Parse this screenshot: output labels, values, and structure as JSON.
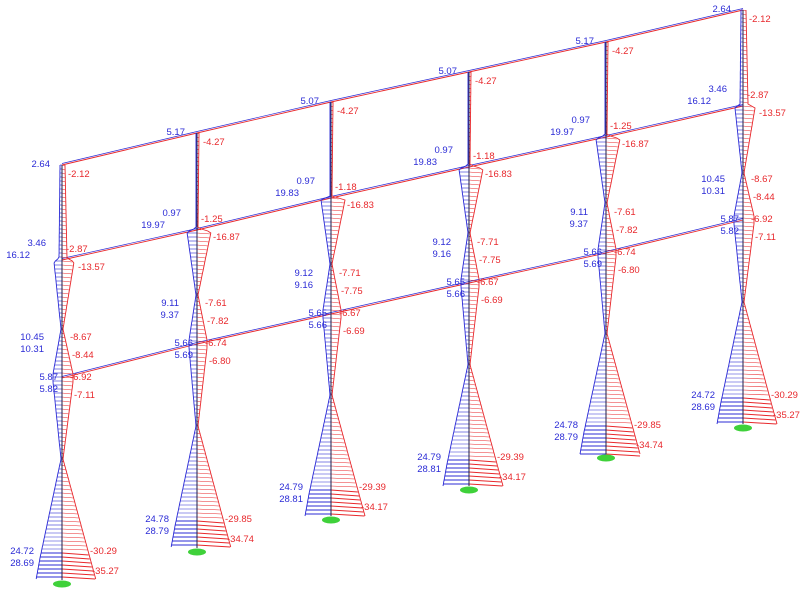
{
  "colors": {
    "positive": "#2b2bd6",
    "negative": "#e8282c",
    "frame": "#1f1f4a",
    "support": "#3fd13a"
  },
  "columns": [
    {
      "id": "col-1",
      "labels": [
        {
          "t": "2.64",
          "c": "b"
        },
        {
          "t": "-2.12",
          "c": "r"
        },
        {
          "t": "3.46",
          "c": "b"
        },
        {
          "t": "-2.87",
          "c": "r"
        },
        {
          "t": "16.12",
          "c": "b"
        },
        {
          "t": "-13.57",
          "c": "r"
        },
        {
          "t": "10.45",
          "c": "b"
        },
        {
          "t": "-8.67",
          "c": "r"
        },
        {
          "t": "10.31",
          "c": "b"
        },
        {
          "t": "-8.44",
          "c": "r"
        },
        {
          "t": "5.87",
          "c": "b"
        },
        {
          "t": "-6.92",
          "c": "r"
        },
        {
          "t": "5.82",
          "c": "b"
        },
        {
          "t": "-7.11",
          "c": "r"
        },
        {
          "t": "24.72",
          "c": "b"
        },
        {
          "t": "-30.29",
          "c": "r"
        },
        {
          "t": "28.69",
          "c": "b"
        },
        {
          "t": "-35.27",
          "c": "r"
        }
      ]
    },
    {
      "id": "col-2",
      "labels": [
        {
          "t": "5.17",
          "c": "b"
        },
        {
          "t": "-4.27",
          "c": "r"
        },
        {
          "t": "0.97",
          "c": "b"
        },
        {
          "t": "-1.25",
          "c": "r"
        },
        {
          "t": "19.97",
          "c": "b"
        },
        {
          "t": "-16.87",
          "c": "r"
        },
        {
          "t": "9.11",
          "c": "b"
        },
        {
          "t": "-7.61",
          "c": "r"
        },
        {
          "t": "9.37",
          "c": "b"
        },
        {
          "t": "-7.82",
          "c": "r"
        },
        {
          "t": "5.66",
          "c": "b"
        },
        {
          "t": "-6.74",
          "c": "r"
        },
        {
          "t": "5.69",
          "c": "b"
        },
        {
          "t": "-6.80",
          "c": "r"
        },
        {
          "t": "24.78",
          "c": "b"
        },
        {
          "t": "-29.85",
          "c": "r"
        },
        {
          "t": "28.79",
          "c": "b"
        },
        {
          "t": "-34.74",
          "c": "r"
        }
      ]
    },
    {
      "id": "col-3",
      "labels": [
        {
          "t": "5.07",
          "c": "b"
        },
        {
          "t": "-4.27",
          "c": "r"
        },
        {
          "t": "0.97",
          "c": "b"
        },
        {
          "t": "-1.18",
          "c": "r"
        },
        {
          "t": "19.83",
          "c": "b"
        },
        {
          "t": "-16.83",
          "c": "r"
        },
        {
          "t": "9.12",
          "c": "b"
        },
        {
          "t": "-7.71",
          "c": "r"
        },
        {
          "t": "9.16",
          "c": "b"
        },
        {
          "t": "-7.75",
          "c": "r"
        },
        {
          "t": "5.65",
          "c": "b"
        },
        {
          "t": "-6.67",
          "c": "r"
        },
        {
          "t": "5.66",
          "c": "b"
        },
        {
          "t": "-6.69",
          "c": "r"
        },
        {
          "t": "24.79",
          "c": "b"
        },
        {
          "t": "-29.39",
          "c": "r"
        },
        {
          "t": "28.81",
          "c": "b"
        },
        {
          "t": "-34.17",
          "c": "r"
        }
      ]
    },
    {
      "id": "col-4",
      "labels": [
        {
          "t": "5.07",
          "c": "b"
        },
        {
          "t": "-4.27",
          "c": "r"
        },
        {
          "t": "0.97",
          "c": "b"
        },
        {
          "t": "-1.18",
          "c": "r"
        },
        {
          "t": "19.83",
          "c": "b"
        },
        {
          "t": "-16.83",
          "c": "r"
        },
        {
          "t": "9.12",
          "c": "b"
        },
        {
          "t": "-7.71",
          "c": "r"
        },
        {
          "t": "9.16",
          "c": "b"
        },
        {
          "t": "-7.75",
          "c": "r"
        },
        {
          "t": "5.65",
          "c": "b"
        },
        {
          "t": "-6.67",
          "c": "r"
        },
        {
          "t": "5.66",
          "c": "b"
        },
        {
          "t": "-6.69",
          "c": "r"
        },
        {
          "t": "24.79",
          "c": "b"
        },
        {
          "t": "-29.39",
          "c": "r"
        },
        {
          "t": "28.81",
          "c": "b"
        },
        {
          "t": "-34.17",
          "c": "r"
        }
      ]
    },
    {
      "id": "col-5",
      "labels": [
        {
          "t": "5.17",
          "c": "b"
        },
        {
          "t": "-4.27",
          "c": "r"
        },
        {
          "t": "0.97",
          "c": "b"
        },
        {
          "t": "-1.25",
          "c": "r"
        },
        {
          "t": "19.97",
          "c": "b"
        },
        {
          "t": "-16.87",
          "c": "r"
        },
        {
          "t": "9.11",
          "c": "b"
        },
        {
          "t": "-7.61",
          "c": "r"
        },
        {
          "t": "9.37",
          "c": "b"
        },
        {
          "t": "-7.82",
          "c": "r"
        },
        {
          "t": "5.66",
          "c": "b"
        },
        {
          "t": "-6.74",
          "c": "r"
        },
        {
          "t": "5.69",
          "c": "b"
        },
        {
          "t": "-6.80",
          "c": "r"
        },
        {
          "t": "24.78",
          "c": "b"
        },
        {
          "t": "-29.85",
          "c": "r"
        },
        {
          "t": "28.79",
          "c": "b"
        },
        {
          "t": "-34.74",
          "c": "r"
        }
      ]
    },
    {
      "id": "col-6",
      "labels": [
        {
          "t": "2.64",
          "c": "b"
        },
        {
          "t": "-2.12",
          "c": "r"
        },
        {
          "t": "3.46",
          "c": "b"
        },
        {
          "t": "-2.87",
          "c": "r"
        },
        {
          "t": "16.12",
          "c": "b"
        },
        {
          "t": "-13.57",
          "c": "r"
        },
        {
          "t": "10.45",
          "c": "b"
        },
        {
          "t": "-8.67",
          "c": "r"
        },
        {
          "t": "10.31",
          "c": "b"
        },
        {
          "t": "-8.44",
          "c": "r"
        },
        {
          "t": "5.87",
          "c": "b"
        },
        {
          "t": "-6.92",
          "c": "r"
        },
        {
          "t": "5.82",
          "c": "b"
        },
        {
          "t": "-7.11",
          "c": "r"
        },
        {
          "t": "24.72",
          "c": "b"
        },
        {
          "t": "-30.29",
          "c": "r"
        },
        {
          "t": "28.69",
          "c": "b"
        },
        {
          "t": "-35.27",
          "c": "r"
        }
      ]
    }
  ]
}
